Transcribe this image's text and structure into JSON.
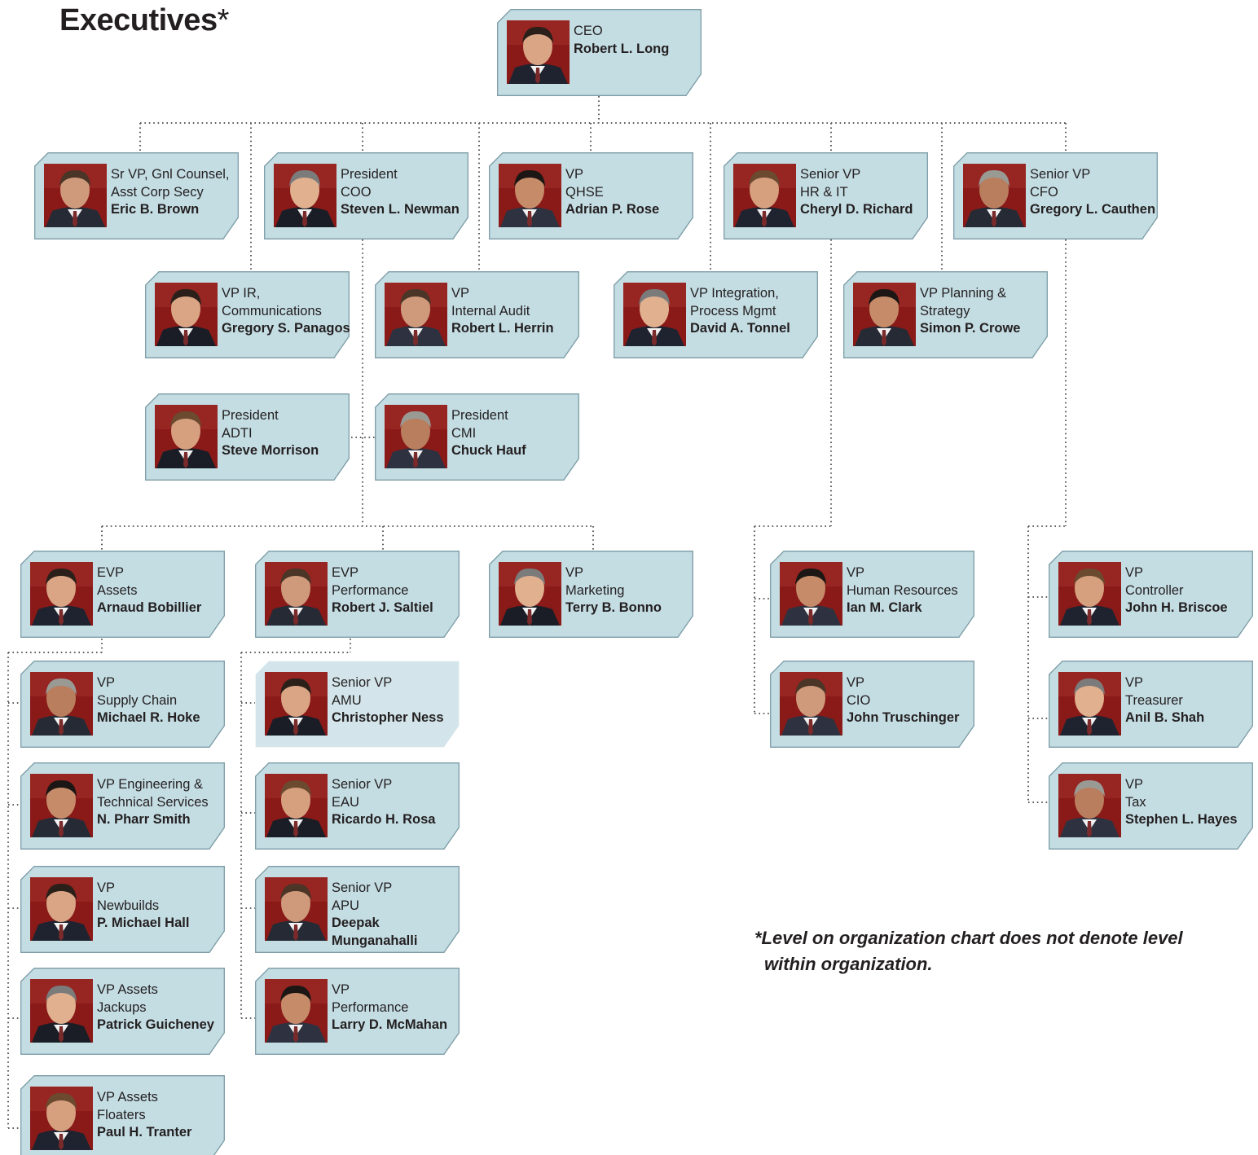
{
  "title": "Executives",
  "title_mark": "*",
  "footnote": {
    "line1": "*Level on organization chart does not denote level",
    "line2": "within organization."
  },
  "colors": {
    "card_fill": "#c4dde3",
    "card_border": "#7c9ca6",
    "connector": "#5f5f5f",
    "photo_backdrop": "#8a1a18"
  },
  "executives": [
    {
      "id": "long",
      "lines": [
        "CEO"
      ],
      "name": "Robert L. Long"
    },
    {
      "id": "brown",
      "lines": [
        "Sr VP, Gnl Counsel,",
        "Asst Corp Secy"
      ],
      "name": "Eric B. Brown"
    },
    {
      "id": "newman",
      "lines": [
        "President",
        "COO"
      ],
      "name": "Steven L. Newman"
    },
    {
      "id": "rose",
      "lines": [
        "VP",
        "QHSE"
      ],
      "name": "Adrian P. Rose"
    },
    {
      "id": "richard",
      "lines": [
        "Senior VP",
        "HR & IT"
      ],
      "name": "Cheryl D. Richard"
    },
    {
      "id": "cauthen",
      "lines": [
        "Senior VP",
        "CFO"
      ],
      "name": "Gregory L. Cauthen"
    },
    {
      "id": "panagos",
      "lines": [
        "VP IR,",
        "Communications"
      ],
      "name": "Gregory S. Panagos"
    },
    {
      "id": "herrin",
      "lines": [
        "VP",
        "Internal Audit"
      ],
      "name": "Robert L. Herrin"
    },
    {
      "id": "tonnel",
      "lines": [
        "VP Integration,",
        "Process Mgmt"
      ],
      "name": "David A. Tonnel"
    },
    {
      "id": "crowe",
      "lines": [
        "VP Planning &",
        "Strategy"
      ],
      "name": "Simon P. Crowe"
    },
    {
      "id": "morrison",
      "lines": [
        "President",
        "ADTI"
      ],
      "name": "Steve Morrison"
    },
    {
      "id": "hauf",
      "lines": [
        "President",
        "CMI"
      ],
      "name": "Chuck Hauf"
    },
    {
      "id": "bobillier",
      "lines": [
        "EVP",
        "Assets"
      ],
      "name": "Arnaud Bobillier"
    },
    {
      "id": "saltiel",
      "lines": [
        "EVP",
        "Performance"
      ],
      "name": "Robert J. Saltiel"
    },
    {
      "id": "bonno",
      "lines": [
        "VP",
        "Marketing"
      ],
      "name": "Terry B. Bonno"
    },
    {
      "id": "clark",
      "lines": [
        "VP",
        "Human Resources"
      ],
      "name": "Ian M. Clark"
    },
    {
      "id": "briscoe",
      "lines": [
        "VP",
        "Controller"
      ],
      "name": "John H. Briscoe"
    },
    {
      "id": "hoke",
      "lines": [
        "VP",
        "Supply Chain"
      ],
      "name": "Michael R. Hoke"
    },
    {
      "id": "ness",
      "lines": [
        "Senior VP",
        "AMU"
      ],
      "name": "Christopher Ness"
    },
    {
      "id": "truschinger",
      "lines": [
        "VP",
        "CIO"
      ],
      "name": "John Truschinger"
    },
    {
      "id": "shah",
      "lines": [
        "VP",
        "Treasurer"
      ],
      "name": "Anil B. Shah"
    },
    {
      "id": "smith",
      "lines": [
        "VP Engineering &",
        "Technical Services"
      ],
      "name": "N. Pharr Smith"
    },
    {
      "id": "rosa",
      "lines": [
        "Senior VP",
        "EAU"
      ],
      "name": "Ricardo H. Rosa"
    },
    {
      "id": "hayes",
      "lines": [
        "VP",
        "Tax"
      ],
      "name": "Stephen L. Hayes"
    },
    {
      "id": "hall",
      "lines": [
        "VP",
        "Newbuilds"
      ],
      "name": "P. Michael Hall"
    },
    {
      "id": "munganahalli",
      "lines": [
        "Senior VP",
        "APU"
      ],
      "name": "Deepak Munganahalli"
    },
    {
      "id": "guicheney",
      "lines": [
        "VP Assets",
        "Jackups"
      ],
      "name": "Patrick Guicheney"
    },
    {
      "id": "mcmahan",
      "lines": [
        "VP",
        "Performance"
      ],
      "name": "Larry D. McMahan"
    },
    {
      "id": "tranter",
      "lines": [
        "VP Assets",
        "Floaters"
      ],
      "name": "Paul H. Tranter"
    }
  ]
}
